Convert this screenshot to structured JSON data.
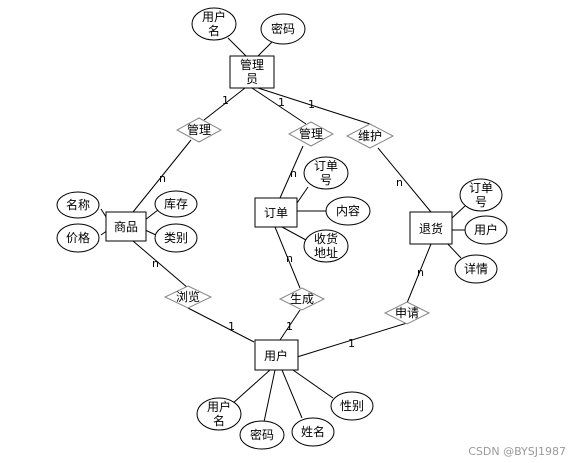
{
  "entities": {
    "admin": [
      "管理",
      "员"
    ],
    "product": [
      "商品"
    ],
    "order": [
      "订单"
    ],
    "refund": [
      "退货"
    ],
    "user": [
      "用户"
    ]
  },
  "relations": {
    "manage_product": "管理",
    "manage_order": "管理",
    "maintain": "维护",
    "browse": "浏览",
    "generate": "生成",
    "apply": "申请"
  },
  "attributes": {
    "admin_username": [
      "用户",
      "名"
    ],
    "admin_password": [
      "密码"
    ],
    "product_name": [
      "名称"
    ],
    "product_price": [
      "价格"
    ],
    "product_stock": [
      "库存"
    ],
    "product_category": [
      "类别"
    ],
    "order_number": [
      "订单",
      "号"
    ],
    "order_content": [
      "内容"
    ],
    "order_address": [
      "收货",
      "地址"
    ],
    "refund_order_number": [
      "订单",
      "号"
    ],
    "refund_user": [
      "用户"
    ],
    "refund_details": [
      "详情"
    ],
    "user_username": [
      "用户",
      "名"
    ],
    "user_password": [
      "密码"
    ],
    "user_name": [
      "姓名"
    ],
    "user_gender": [
      "性别"
    ]
  },
  "cardinalities": {
    "admin_manage_product": "1",
    "product_manage": "n",
    "admin_manage_order": "1",
    "order_manage": "n",
    "admin_maintain": "1",
    "refund_maintain": "n",
    "product_browse": "n",
    "user_browse": "1",
    "order_generate": "n",
    "user_generate": "1",
    "refund_apply": "n",
    "user_apply": "1"
  },
  "watermark": "CSDN @BYSJ1987"
}
